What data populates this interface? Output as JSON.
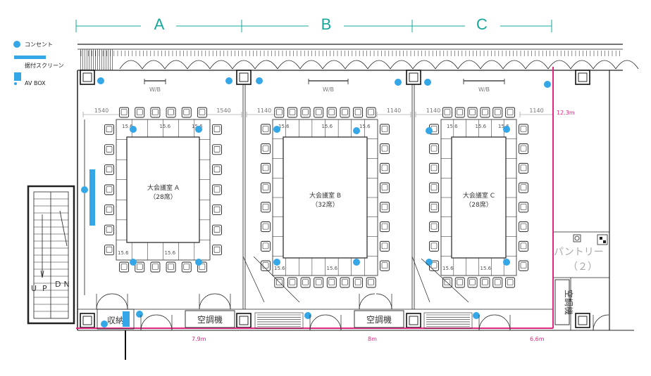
{
  "sections": [
    "A",
    "B",
    "C"
  ],
  "legend": {
    "outlet": "コンセント",
    "screen": "据付スクリーン",
    "av_box": "AV BOX"
  },
  "colors": {
    "accent": "#17a79b",
    "outlet": "#36a7e6",
    "screen": "#36a7e6",
    "partition": "#e0267e",
    "wall": "#222222"
  },
  "whiteboard_label": "W/B",
  "seat_label": "15.6",
  "rooms": [
    {
      "name": "大会議室 A",
      "seats": "（28席）",
      "left_gap": "1540",
      "right_gap": "1540",
      "width": "7.9m"
    },
    {
      "name": "大会議室 B",
      "seats": "（32席）",
      "left_gap": "1140",
      "right_gap": "1140",
      "width": "8m"
    },
    {
      "name": "大会議室 C",
      "seats": "（28席）",
      "left_gap": "1140",
      "right_gap": "1140",
      "width": "6.6m"
    }
  ],
  "depth": "12.3m",
  "hvac_label": "空調機",
  "storage_label": "収納",
  "pantry_name": "パントリー",
  "pantry_number": "（２）",
  "stair_up": "UP",
  "stair_down": "DN"
}
